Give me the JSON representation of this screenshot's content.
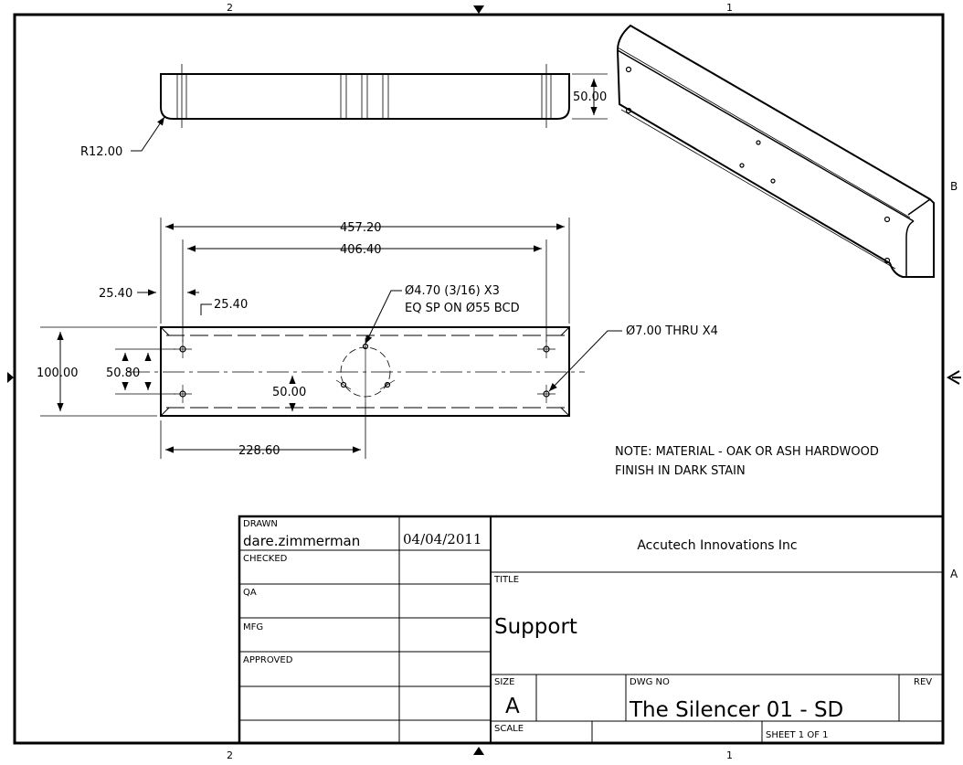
{
  "zones": {
    "top_left": "2",
    "top_right": "1",
    "bottom_left": "2",
    "bottom_right": "1",
    "right_upper": "B",
    "right_lower": "A"
  },
  "dimensions": {
    "height_side": "50.00",
    "fillet_radius": "R12.00",
    "overall_length": "457.20",
    "hole_span": "406.40",
    "edge_offset_left": "25.40",
    "edge_offset_right": "25.40",
    "overall_width": "100.00",
    "hole_row_spacing": "50.80",
    "mid_offset": "50.00",
    "center_distance": "228.60"
  },
  "callouts": {
    "small_holes_line1": "Ø4.70  (3/16) X3",
    "small_holes_line2": "EQ SP ON Ø55 BCD",
    "thru_holes": "Ø7.00 THRU X4"
  },
  "notes": {
    "line1": "NOTE: MATERIAL - OAK OR ASH HARDWOOD",
    "line2": "FINISH IN DARK STAIN"
  },
  "title_block": {
    "drawn_label": "DRAWN",
    "drawn_by": "dare.zimmerman",
    "drawn_date": "04/04/2011",
    "checked_label": "CHECKED",
    "qa_label": "QA",
    "mfg_label": "MFG",
    "approved_label": "APPROVED",
    "company": "Accutech Innovations Inc",
    "title_label": "TITLE",
    "title": "Support",
    "size_label": "SIZE",
    "size": "A",
    "dwg_no_label": "DWG NO",
    "dwg_no": "The Silencer 01 - SD",
    "rev_label": "REV",
    "scale_label": "SCALE",
    "sheet": "SHEET 1  OF 1"
  }
}
